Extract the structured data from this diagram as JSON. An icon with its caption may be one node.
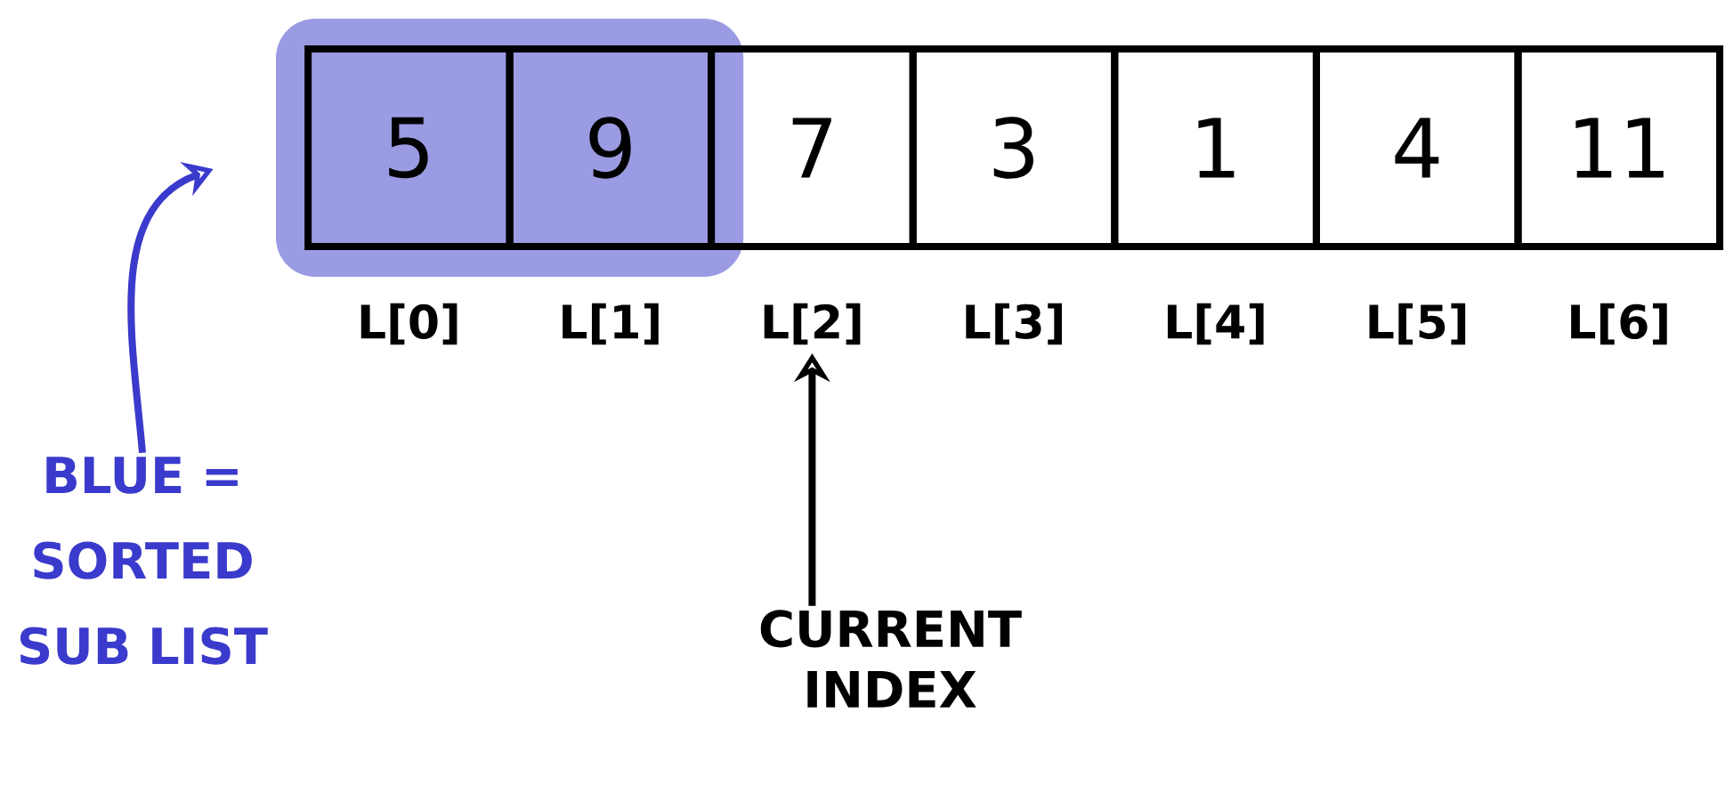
{
  "diagram": {
    "nodes": [
      {
        "text": [],
        "shape": "box"
      },
      {
        "text": [
          "5"
        ],
        "beside": [
          "L[0]"
        ],
        "in": 0
      },
      {
        "text": [
          "9"
        ],
        "beside": [
          "L[1]"
        ],
        "in": 0
      },
      {
        "text": [
          "7"
        ],
        "beside": [
          "L[2]"
        ]
      },
      {
        "text": [
          "3"
        ],
        "beside": [
          "L[3]"
        ]
      },
      {
        "text": [
          "1"
        ],
        "beside": [
          "L[4]"
        ]
      },
      {
        "text": [
          "4"
        ],
        "beside": [
          "L[5]"
        ]
      },
      {
        "text": [
          "11"
        ],
        "beside": [
          "L[6]"
        ]
      },
      {
        "text": [
          "BLUE = SORTED SUB LIST"
        ]
      },
      {
        "text": [
          "CURRENT INDEX"
        ]
      }
    ],
    "edges": [
      {
        "from": 8,
        "to": 0,
        "arrow": "to",
        "color": "#3a3acc"
      },
      {
        "from": 9,
        "to": 3,
        "arrow": "to",
        "color": "#000000"
      }
    ]
  }
}
